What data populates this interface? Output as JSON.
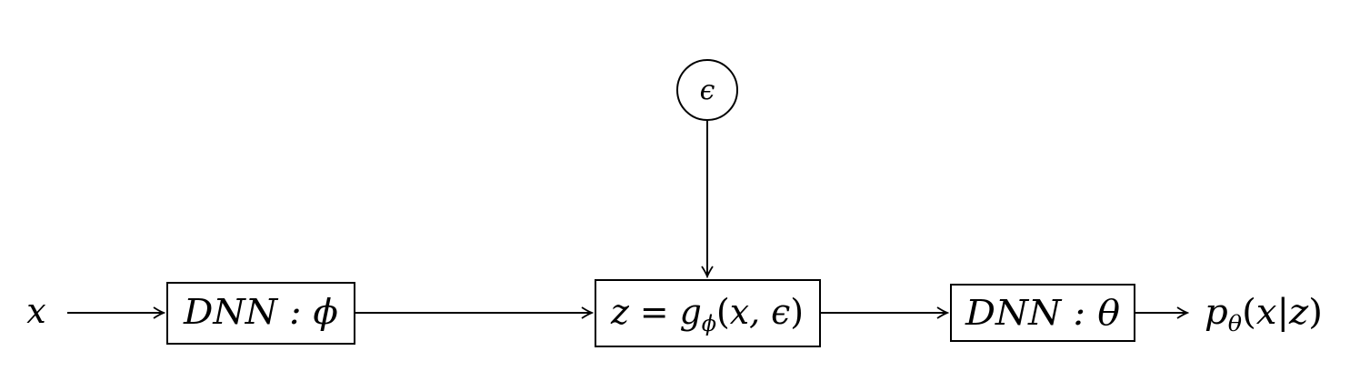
{
  "nodes": {
    "input": {
      "label": "x"
    },
    "encoder": {
      "label": "DNN : ϕ"
    },
    "noise": {
      "label": "ϵ"
    },
    "reparam": {
      "label": "z = gϕ(x, ϵ)"
    },
    "decoder": {
      "label": "DNN : θ"
    },
    "output": {
      "label": "pθ(x|z)"
    }
  },
  "edges": [
    {
      "from": "input",
      "to": "encoder"
    },
    {
      "from": "encoder",
      "to": "reparam"
    },
    {
      "from": "noise",
      "to": "reparam"
    },
    {
      "from": "reparam",
      "to": "decoder"
    },
    {
      "from": "decoder",
      "to": "output"
    }
  ],
  "colors": {
    "stroke": "#000000",
    "background": "#ffffff"
  }
}
